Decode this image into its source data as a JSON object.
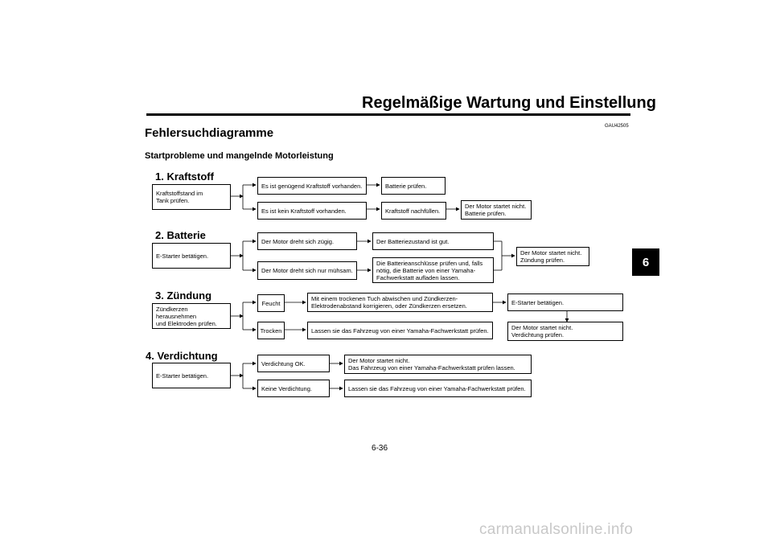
{
  "header": {
    "title": "Regelmäßige Wartung und Einstellung",
    "code": "GAU42505"
  },
  "section": {
    "title": "Fehlersuchdiagramme",
    "subtitle": "Startprobleme und mangelnde Motorleistung"
  },
  "chapter_tab": "6",
  "page_number": "6-36",
  "steps": {
    "kraftstoff": {
      "title": "1. Kraftstoff",
      "start": "Kraftstoffstand im\nTank prüfen.",
      "yes": "Es ist genügend Kraftstoff vorhanden.",
      "no": "Es ist kein Kraftstoff vorhanden.",
      "yes_action": "Batterie prüfen.",
      "no_action": "Kraftstoff nachfüllen.",
      "no_result": "Der Motor startet nicht.\nBatterie prüfen."
    },
    "batterie": {
      "title": "2. Batterie",
      "start": "E-Starter betätigen.",
      "fast": "Der Motor dreht sich zügig.",
      "slow": "Der Motor dreht sich nur mühsam.",
      "fast_action": "Der Batteriezustand ist gut.",
      "slow_action": "Die Batterieanschlüsse prüfen und, falls\nnötig, die Batterie von einer Yamaha-\nFachwerkstatt aufladen lassen.",
      "result": "Der Motor startet nicht.\nZündung prüfen."
    },
    "zuendung": {
      "title": "3. Zündung",
      "start": "Zündkerzen herausnehmen\nund Elektroden prüfen.",
      "wet": "Feucht",
      "dry": "Trocken",
      "wet_action": "Mit einem trockenen Tuch abwischen und Zündkerzen-\nElektrodenabstand korrigieren, oder Zündkerzen ersetzen.",
      "dry_action": "Lassen sie das Fahrzeug von einer Yamaha-Fachwerkstatt prüfen.",
      "wet_result": "E-Starter betätigen.",
      "fail_result": "Der Motor startet nicht.\nVerdichtung prüfen."
    },
    "verdichtung": {
      "title": "4. Verdichtung",
      "start": "E-Starter betätigen.",
      "ok": "Verdichtung OK.",
      "not_ok": "Keine Verdichtung.",
      "ok_action": "Der Motor startet nicht.\nDas Fahrzeug von einer Yamaha-Fachwerkstatt prüfen lassen.",
      "not_ok_action": "Lassen sie das Fahrzeug von einer Yamaha-Fachwerkstatt prüfen."
    }
  },
  "watermark": "carmanualsonline.info"
}
